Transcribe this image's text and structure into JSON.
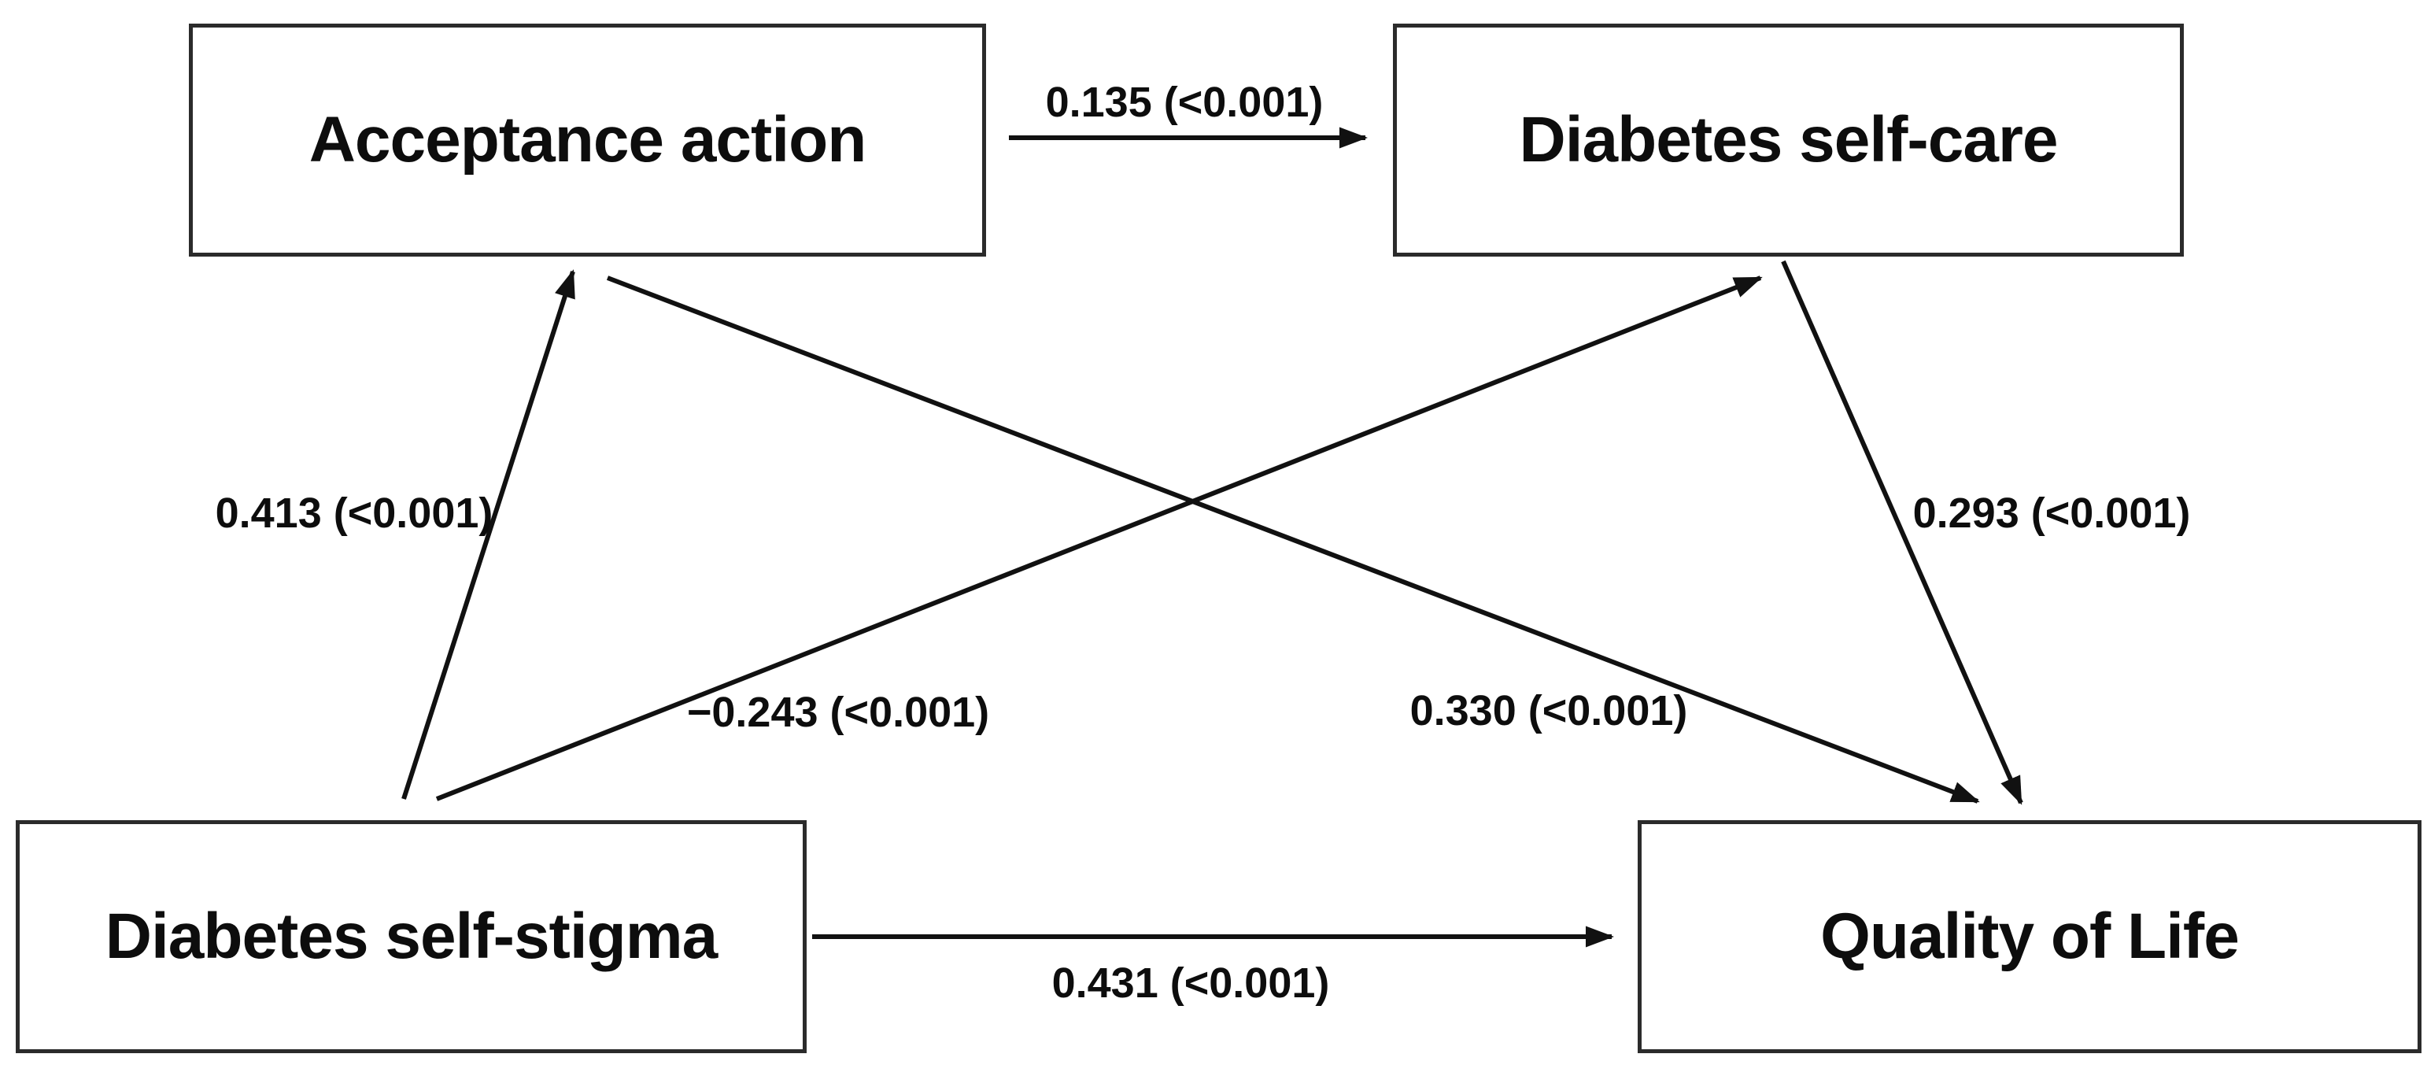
{
  "diagram": {
    "type": "path-model",
    "background_color": "#ffffff",
    "line_color": "#111111",
    "text_color": "#0d0d0d",
    "nodes": [
      {
        "id": "acceptance-action",
        "label": "Acceptance action"
      },
      {
        "id": "diabetes-self-care",
        "label": "Diabetes self-care"
      },
      {
        "id": "diabetes-self-stigma",
        "label": "Diabetes self-stigma"
      },
      {
        "id": "quality-of-life",
        "label": "Quality of Life"
      }
    ],
    "edges": [
      {
        "from": "Acceptance action",
        "to": "Diabetes self-care",
        "coefficient": "0.135",
        "p_value": "<0.001",
        "label": "0.135 (<0.001)"
      },
      {
        "from": "Diabetes self-stigma",
        "to": "Acceptance action",
        "coefficient": "0.413",
        "p_value": "<0.001",
        "label": "0.413 (<0.001)"
      },
      {
        "from": "Diabetes self-stigma",
        "to": "Diabetes self-care",
        "coefficient": "−0.243",
        "p_value": "<0.001",
        "label": "−0.243 (<0.001)"
      },
      {
        "from": "Acceptance action",
        "to": "Quality of Life",
        "coefficient": "0.330",
        "p_value": "<0.001",
        "label": "0.330 (<0.001)"
      },
      {
        "from": "Diabetes self-care",
        "to": "Quality of Life",
        "coefficient": "0.293",
        "p_value": "<0.001",
        "label": "0.293 (<0.001)"
      },
      {
        "from": "Diabetes self-stigma",
        "to": "Quality of Life",
        "coefficient": "0.431",
        "p_value": "<0.001",
        "label": "0.431 (<0.001)"
      }
    ]
  }
}
